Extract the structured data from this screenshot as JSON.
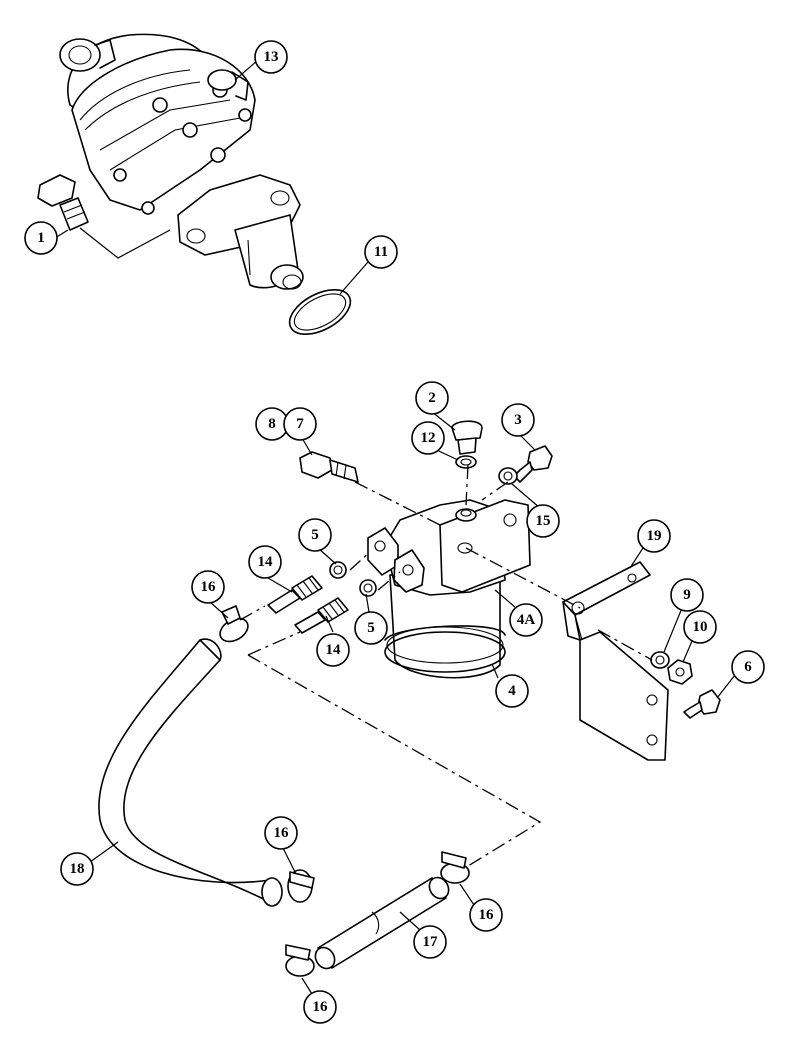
{
  "callouts": [
    {
      "id": "c13",
      "label": "13"
    },
    {
      "id": "c1",
      "label": "1"
    },
    {
      "id": "c11",
      "label": "11"
    },
    {
      "id": "c2",
      "label": "2"
    },
    {
      "id": "c8",
      "label": "8"
    },
    {
      "id": "c7",
      "label": "7"
    },
    {
      "id": "c3",
      "label": "3"
    },
    {
      "id": "c12",
      "label": "12"
    },
    {
      "id": "c15",
      "label": "15"
    },
    {
      "id": "c5a",
      "label": "5"
    },
    {
      "id": "c14a",
      "label": "14"
    },
    {
      "id": "c16a",
      "label": "16"
    },
    {
      "id": "c19",
      "label": "19"
    },
    {
      "id": "c4A",
      "label": "4A"
    },
    {
      "id": "c5b",
      "label": "5"
    },
    {
      "id": "c14b",
      "label": "14"
    },
    {
      "id": "c9",
      "label": "9"
    },
    {
      "id": "c10",
      "label": "10"
    },
    {
      "id": "c6",
      "label": "6"
    },
    {
      "id": "c4",
      "label": "4"
    },
    {
      "id": "c16b",
      "label": "16"
    },
    {
      "id": "c18",
      "label": "18"
    },
    {
      "id": "c16c",
      "label": "16"
    },
    {
      "id": "c17",
      "label": "17"
    },
    {
      "id": "c16d",
      "label": "16"
    }
  ]
}
